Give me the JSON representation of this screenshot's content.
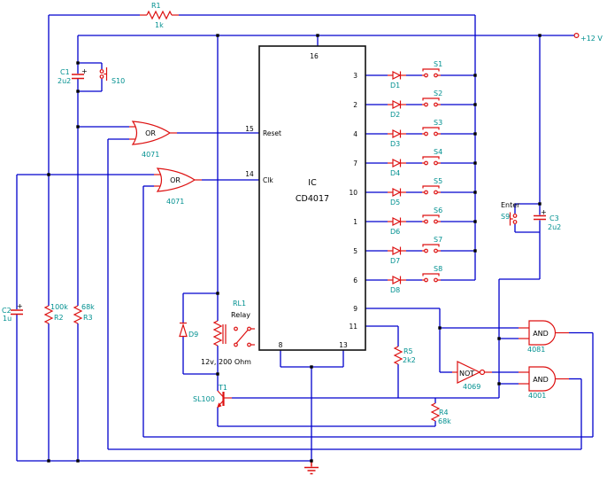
{
  "power": {
    "label": "+12 V"
  },
  "r1": {
    "ref": "R1",
    "value": "1k"
  },
  "r2": {
    "ref": "R2",
    "value": "100k"
  },
  "r3": {
    "ref": "R3",
    "value": "68k"
  },
  "r4": {
    "ref": "R4",
    "value": "68k"
  },
  "r5": {
    "ref": "R5",
    "value": "2k2"
  },
  "c1": {
    "ref": "C1",
    "value": "2u2",
    "plus": "+"
  },
  "c2": {
    "ref": "C2",
    "value": "1u",
    "plus": "+"
  },
  "c3": {
    "ref": "C3",
    "value": "2u2",
    "plus": "+"
  },
  "s9": {
    "ref": "S9",
    "label": "Enter"
  },
  "s10": {
    "ref": "S10"
  },
  "d9": {
    "ref": "D9"
  },
  "t1": {
    "ref": "T1",
    "part": "SL100"
  },
  "relay": {
    "ref": "RL1",
    "label": "Relay",
    "spec": "12v, 200 Ohm"
  },
  "ic": {
    "label": "IC",
    "part": "CD4017",
    "pin16": "16",
    "pin15": "15",
    "pin14": "14",
    "pin8": "8",
    "pin13": "13",
    "reset": "Reset",
    "clk": "Clk",
    "right_pins": [
      "3",
      "2",
      "4",
      "7",
      "10",
      "1",
      "5",
      "6",
      "9",
      "11"
    ]
  },
  "gates": {
    "or1": {
      "label": "OR",
      "part": "4071"
    },
    "or2": {
      "label": "OR",
      "part": "4071"
    },
    "not1": {
      "label": "NOT",
      "part": "4069"
    },
    "and1": {
      "label": "AND",
      "part": "4081"
    },
    "and2": {
      "label": "AND",
      "part": "4001"
    }
  },
  "keypad": {
    "rows": [
      {
        "d": "D1",
        "s": "S1"
      },
      {
        "d": "D2",
        "s": "S2"
      },
      {
        "d": "D3",
        "s": "S3"
      },
      {
        "d": "D4",
        "s": "S4"
      },
      {
        "d": "D5",
        "s": "S5"
      },
      {
        "d": "D6",
        "s": "S6"
      },
      {
        "d": "D7",
        "s": "S7"
      },
      {
        "d": "D8",
        "s": "S8"
      }
    ]
  }
}
